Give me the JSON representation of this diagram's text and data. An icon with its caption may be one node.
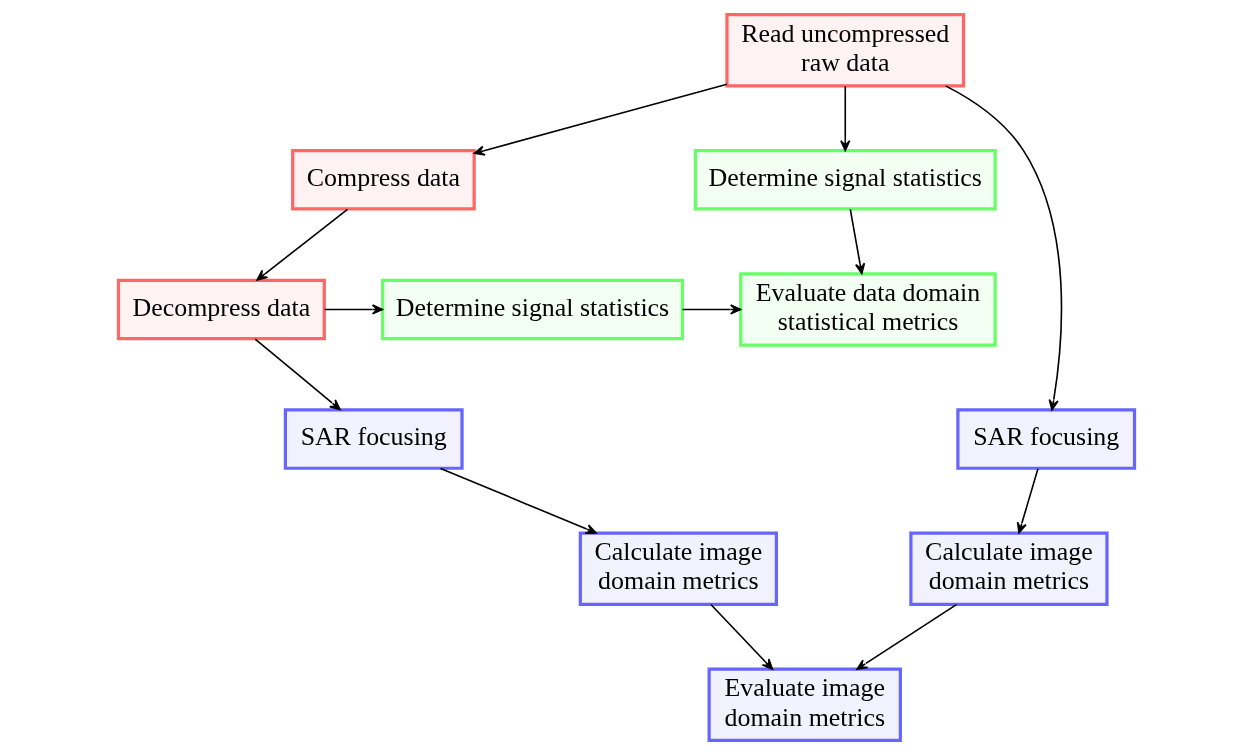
{
  "diagram": {
    "nodes": [
      {
        "text": [
          "Read uncompressed raw data"
        ]
      },
      {
        "text": [
          "Compress data"
        ]
      },
      {
        "text": [
          "Determine signal statistics"
        ]
      },
      {
        "text": [
          "Decompress data"
        ]
      },
      {
        "text": [
          "Determine signal statistics"
        ]
      },
      {
        "text": [
          "Evaluate data domain statistical metrics"
        ]
      },
      {
        "text": [
          "SAR focusing"
        ]
      },
      {
        "text": [
          "SAR focusing"
        ]
      },
      {
        "text": [
          "Calculate image domain metrics"
        ]
      },
      {
        "text": [
          "Calculate image domain metrics"
        ]
      },
      {
        "text": [
          "Evaluate image domain metrics"
        ]
      }
    ],
    "edges": [
      {
        "from": 0,
        "to": 1,
        "arrow": "to"
      },
      {
        "from": 0,
        "to": 2,
        "arrow": "to"
      },
      {
        "from": 0,
        "to": 6,
        "arrow": "to"
      },
      {
        "from": 1,
        "to": 3,
        "arrow": "to"
      },
      {
        "from": 3,
        "to": 4,
        "arrow": "to"
      },
      {
        "from": 3,
        "to": 7,
        "arrow": "to"
      },
      {
        "from": 2,
        "to": 5,
        "arrow": "to"
      },
      {
        "from": 4,
        "to": 5,
        "arrow": "to"
      },
      {
        "from": 6,
        "to": 8,
        "arrow": "to"
      },
      {
        "from": 7,
        "to": 9,
        "arrow": "to"
      },
      {
        "from": 8,
        "to": 10,
        "arrow": "to"
      },
      {
        "from": 9,
        "to": 10,
        "arrow": "to"
      }
    ]
  }
}
